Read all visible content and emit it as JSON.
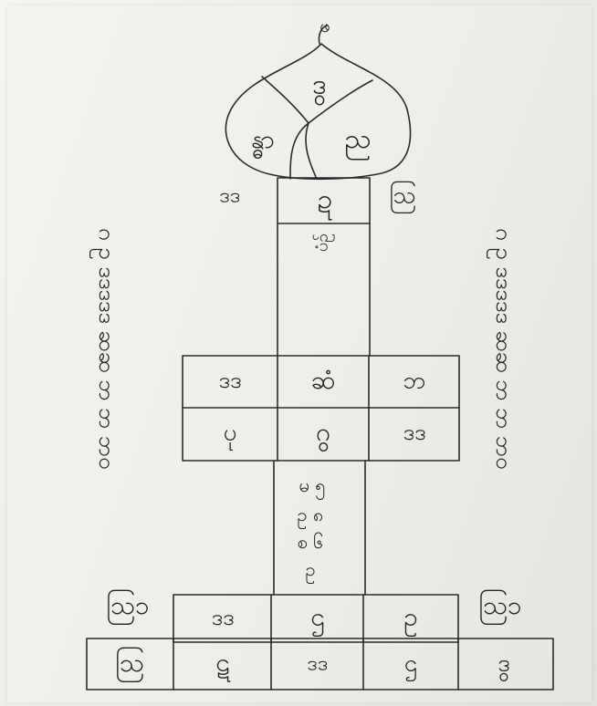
{
  "leaf": {
    "tip": "ဖ",
    "top_cell": "ဒွ",
    "left_cell": "န္ဓာ",
    "right_cell": "ည"
  },
  "stem": {
    "left_label": "ဒဒ",
    "cap_cell": "ဍ",
    "right_label": "ဩ",
    "upper_shaft_text": "ပံဉ်"
  },
  "cross_grid": [
    [
      "ဒဒ",
      "ဆံ",
      "ဘ"
    ],
    [
      "ပု",
      "ဂွ",
      "ဒဒ"
    ]
  ],
  "shaft_text": [
    "မ ၅",
    "ဥ ၈",
    "စ ၆",
    "ဥ"
  ],
  "base_upper": [
    "ဒဒ",
    "ဌ",
    "ဥ"
  ],
  "base_lower": [
    "ဩ",
    "ဋ",
    "ဒဒ",
    "ဌ",
    "ဒွ"
  ],
  "side_columns": {
    "left_top": "ဂ ဥ ဒဒဒဒဒ ဆဆ ဘ ဘ ဘဝ",
    "left_bottom": "ဩ၁",
    "right_top": "ဂ ဥ ဒဒဒဒဒ ဆဆ ဘ ဘ ဘဝ",
    "right_bottom": "ဩ၁"
  }
}
